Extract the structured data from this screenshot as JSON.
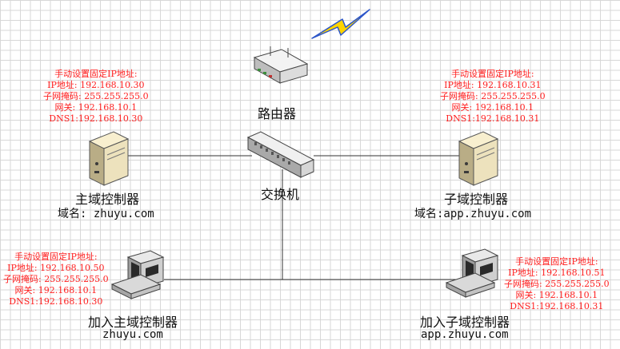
{
  "router": {
    "label": "路由器"
  },
  "switch": {
    "label": "交换机"
  },
  "main_dc": {
    "name": "主域控制器",
    "domain": "域名: zhuyu.com",
    "config": [
      "手动设置固定IP地址:",
      "IP地址: 192.168.10.30",
      "子网掩码: 255.255.255.0",
      "网关: 192.168.10.1",
      "DNS1:192.168.10.30"
    ]
  },
  "child_dc": {
    "name": "子域控制器",
    "domain": "域名:app.zhuyu.com",
    "config": [
      "手动设置固定IP地址:",
      "IP地址: 192.168.10.31",
      "子网掩码: 255.255.255.0",
      "网关: 192.168.10.1",
      "DNS1:192.168.10.31"
    ]
  },
  "join_main": {
    "name": "加入主域控制器",
    "domain": "zhuyu.com",
    "config": [
      "手动设置固定IP地址:",
      "IP地址: 192.168.10.50",
      "子网掩码: 255.255.255.0",
      "网关: 192.168.10.1",
      "DNS1:192.168.10.30"
    ]
  },
  "join_child": {
    "name": "加入子域控制器",
    "domain": "app.zhuyu.com",
    "config": [
      "手动设置固定IP地址:",
      "IP地址: 192.168.10.51",
      "子网掩码: 255.255.255.0",
      "网关: 192.168.10.1",
      "DNS1:192.168.10.31"
    ]
  },
  "colors": {
    "config_text": "#ff2020",
    "link_line": "#333333",
    "lightning_fill": "#ffd400",
    "lightning_stroke": "#2b55c9"
  }
}
